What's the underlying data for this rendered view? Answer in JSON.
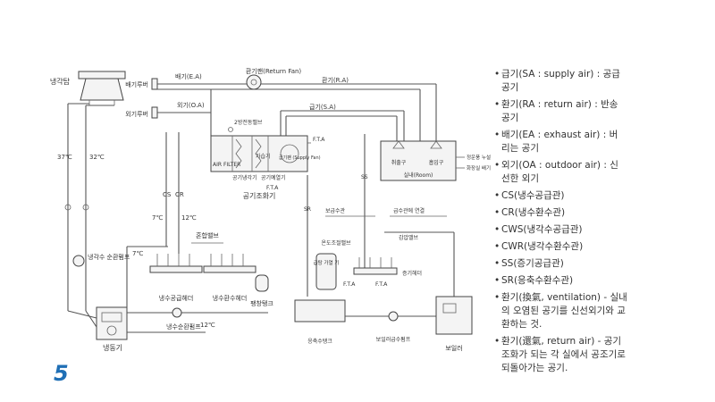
{
  "diagram": {
    "cooling_tower": "냉각탑",
    "exhaust_vent": "배기루버",
    "exhaust_ea": "배기(E.A)",
    "return_fan": "환기팬(Return Fan)",
    "return_ea": "환기(R.A)",
    "outdoor_vent": "외기루버",
    "outdoor_oa": "외기(O.A)",
    "supply_sa": "급기(S.A)",
    "two_way_valve": "2방전동밸브",
    "air_filter": "AIR FILTER",
    "cooling_coil": "공기냉각기",
    "heating_coil": "가습기",
    "supply_fan": "급기팬 (Supply Fan)",
    "fta1": "F.T.A",
    "fta2": "F.T.A",
    "fta3": "F.T.A",
    "fta4": "F.T.A",
    "preheater": "공기예열기",
    "ahu": "공기조화기",
    "diffuser": "취출구",
    "return_grille": "흡입구",
    "room": "실내(Room)",
    "room_note1": "정운풍 누설",
    "room_note2": "화장실 배기",
    "temp_37": "37℃",
    "temp_32": "32℃",
    "temp_7a": "7℃",
    "temp_12a": "12℃",
    "temp_7b": "7℃",
    "temp_12b": "12℃",
    "mixing_valve": "혼합밸브",
    "cooling_water_pump": "냉각수 순환펌프",
    "supply_header": "냉수공급헤더",
    "return_header": "냉수환수헤더",
    "expansion_tank": "팽창탱크",
    "chiller": "냉동기",
    "chilled_pump": "냉수순환펌프",
    "makeup_water": "보급수관",
    "to_expansion": "급수관에 연결",
    "trap": "감압밸브",
    "temp_control": "온도조절밸브",
    "hw_tank_label": "급탕 가열 기",
    "steam_header": "증기헤더",
    "condensate_tank": "응축수탱크",
    "feed_pump": "보일러급수펌프",
    "boiler": "보일러",
    "cw_label": "CS",
    "cr_label": "CR",
    "sr_label": "SR",
    "ss_label": "SS"
  },
  "legend": [
    "급기(SA : supply air) : 공급 공기",
    "환기(RA : return air) : 반송 공기",
    "배기(EA : exhaust air) : 버 리는 공기",
    "외기(OA : outdoor air) : 신 선한 외기",
    "CS(냉수공급관)",
    "CR(냉수환수관)",
    "CWS(냉각수공급관)",
    "CWR(냉각수환수관)",
    "SS(증기공급관)",
    "SR(응축수환수관)",
    "환기(換氣, ventilation) - 실내의 오염된 공기를 신선외기와 교환하는 것.",
    "환기(還氣, return air) - 공기조화가 되는 각 실에서 공조기로 되돌아가는 공기."
  ],
  "page_number": "5"
}
